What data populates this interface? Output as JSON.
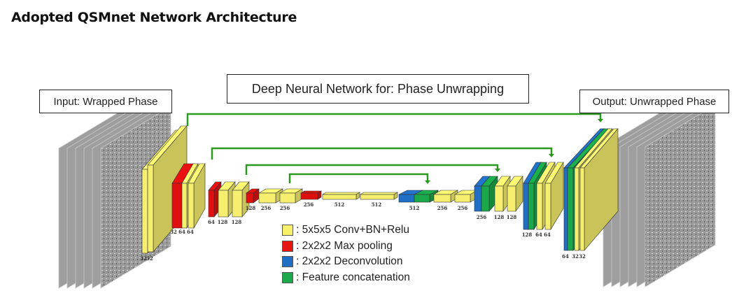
{
  "page_title": "Adopted QSMnet Network Architecture",
  "diagram": {
    "input_label": "Input: Wrapped Phase",
    "center_label": "Deep Neural Network for: Phase Unwrapping",
    "output_label": "Output: Unwrapped Phase",
    "colors": {
      "conv": "#f5ee6e",
      "pool": "#e01010",
      "deconv": "#1f6fc4",
      "concat": "#1aa84a",
      "skip_line": "#2a9a1e"
    },
    "encoder_labels": {
      "stage1": [
        "32",
        "32"
      ],
      "stage2": [
        "32",
        "64",
        "64"
      ],
      "stage3": [
        "64",
        "128",
        "128"
      ],
      "stage4": [
        "128",
        "256",
        "256"
      ],
      "bottleneck": [
        "256",
        "512",
        "512"
      ]
    },
    "decoder_labels": {
      "stage4": [
        "512",
        "256",
        "256"
      ],
      "stage3": [
        "256",
        "128",
        "128"
      ],
      "stage2": [
        "128",
        "64",
        "64"
      ],
      "stage1": [
        "64",
        "32",
        "32"
      ]
    },
    "legend": [
      {
        "color": "#f7f06a",
        "label": ": 5x5x5 Conv+BN+Relu"
      },
      {
        "color": "#e81414",
        "label": ": 2x2x2 Max pooling"
      },
      {
        "color": "#1f6fc4",
        "label": ": 2x2x2 Deconvolution"
      },
      {
        "color": "#1aa84a",
        "label": ": Feature concatenation"
      }
    ]
  }
}
